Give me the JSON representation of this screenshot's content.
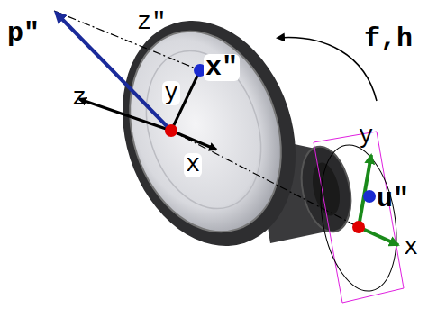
{
  "diagram": {
    "labels": [
      "p\"",
      "z\"",
      "f,h",
      "x\"",
      "y",
      "z",
      "x",
      "y",
      "u\"",
      "x"
    ]
  }
}
